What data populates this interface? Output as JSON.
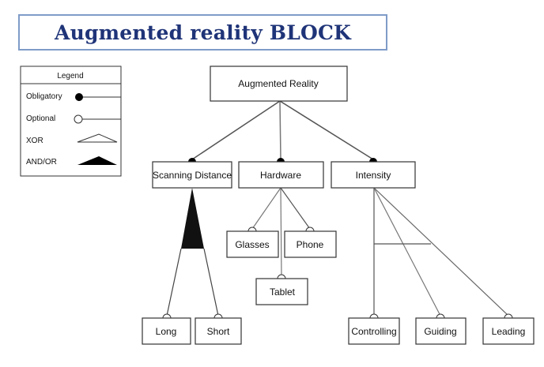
{
  "title": "Augmented reality BLOCK",
  "legend": {
    "heading": "Legend",
    "items": [
      {
        "label": "Obligatory",
        "symbol": "filled-circle"
      },
      {
        "label": "Optional",
        "symbol": "hollow-circle"
      },
      {
        "label": "XOR",
        "symbol": "hollow-triangle"
      },
      {
        "label": "AND/OR",
        "symbol": "filled-triangle"
      }
    ]
  },
  "nodes": {
    "root": "Augmented Reality",
    "scanning": "Scanning Distance",
    "hardware": "Hardware",
    "intensity": "Intensity",
    "long": "Long",
    "short": "Short",
    "glasses": "Glasses",
    "phone": "Phone",
    "tablet": "Tablet",
    "controlling": "Controlling",
    "guiding": "Guiding",
    "leading": "Leading"
  },
  "relations": [
    {
      "parent": "root",
      "child": "scanning",
      "type": "obligatory"
    },
    {
      "parent": "root",
      "child": "hardware",
      "type": "obligatory"
    },
    {
      "parent": "root",
      "child": "intensity",
      "type": "obligatory"
    },
    {
      "parent": "scanning",
      "children": [
        "long",
        "short"
      ],
      "group": "and-or"
    },
    {
      "parent": "hardware",
      "child": "glasses",
      "type": "optional"
    },
    {
      "parent": "hardware",
      "child": "phone",
      "type": "optional"
    },
    {
      "parent": "hardware",
      "child": "tablet",
      "type": "optional"
    },
    {
      "parent": "intensity",
      "child": "controlling",
      "type": "optional"
    },
    {
      "parent": "intensity",
      "child": "guiding",
      "type": "optional"
    },
    {
      "parent": "intensity",
      "child": "leading",
      "type": "optional"
    }
  ],
  "colors": {
    "title_text": "#1f3478",
    "title_border": "#7f9cc8",
    "line": "#555555",
    "box_border": "#333333"
  }
}
